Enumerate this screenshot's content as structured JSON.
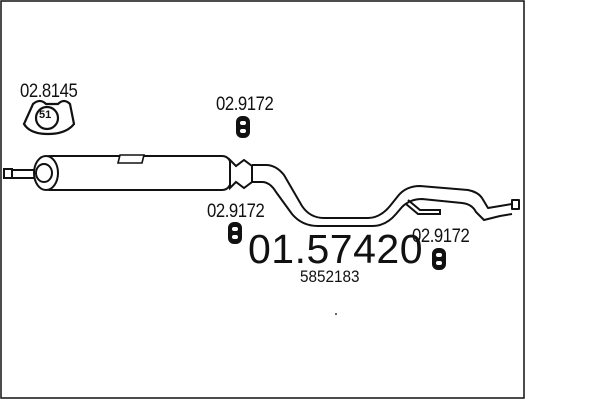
{
  "part_labels": {
    "clamp_left": "02.8145",
    "hanger_top": "02.9172",
    "hanger_mid": "02.9172",
    "hanger_right": "02.9172"
  },
  "main_part_number": "01.57420",
  "oem_number": "5852183",
  "clamp_badge_text": "51",
  "colors": {
    "line": "#111111",
    "background": "#ffffff"
  }
}
